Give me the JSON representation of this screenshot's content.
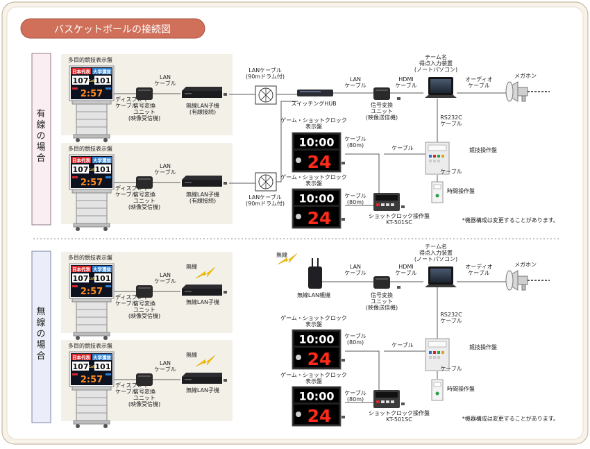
{
  "title": "バスケットボールの接続図",
  "sections": {
    "wired": "有線の場合",
    "wireless": "無線の場合"
  },
  "labels": {
    "display_board": "多目的競技表示盤",
    "display_cable": [
      "ディスプレイ",
      "ケーブル"
    ],
    "lan_cable": [
      "LAN",
      "ケーブル"
    ],
    "signal_unit_rx": [
      "信号変換",
      "ユニット",
      "(映像受信機)"
    ],
    "signal_unit_tx": [
      "信号変換",
      "ユニット",
      "(映像送信機)"
    ],
    "wlan_child_wired": [
      "無線LAN子機",
      "(有線接続)"
    ],
    "wlan_child": "無線LAN子機",
    "wlan_parent": "無線LAN親機",
    "wireless": "無線",
    "lan_drum": [
      "LANケーブル",
      "(90mドラム付)"
    ],
    "switching_hub": "スイッチングHUB",
    "hdmi_cable": [
      "HDMI",
      "ケーブル"
    ],
    "team_pc": [
      "チーム名",
      "得点入力装置",
      "(ノートパソコン)"
    ],
    "audio_cable": [
      "オーディオ",
      "ケーブル"
    ],
    "megaphone": "メガホン",
    "rs232c": [
      "RS232C",
      "ケーブル"
    ],
    "shotclock_board": [
      "ゲーム・ショットクロック",
      "表示盤"
    ],
    "cable_80m": [
      "ケーブル",
      "(80m)"
    ],
    "cable": "ケーブル",
    "console": "競技操作盤",
    "timer_panel": "時間操作盤",
    "shotclock_panel": [
      "ショットクロック操作盤",
      "KT-501SC"
    ],
    "note": "*機器構成は変更することがあります。"
  },
  "scoreboard": {
    "team_left": "日本代表",
    "team_right": "大学選抜",
    "score_left": "107",
    "score_right": "101",
    "period": "1st",
    "clock": "2:57"
  },
  "shotclock": {
    "game_time": "10:00",
    "shot_time": "24"
  },
  "colors": {
    "title_bg": "#d0705a",
    "section_bg": "#f3f0e8",
    "wired_bg": "#fbeef3",
    "wireless_bg": "#ebeef8",
    "line": "#555555",
    "digit_red": "#ff2a1a"
  }
}
